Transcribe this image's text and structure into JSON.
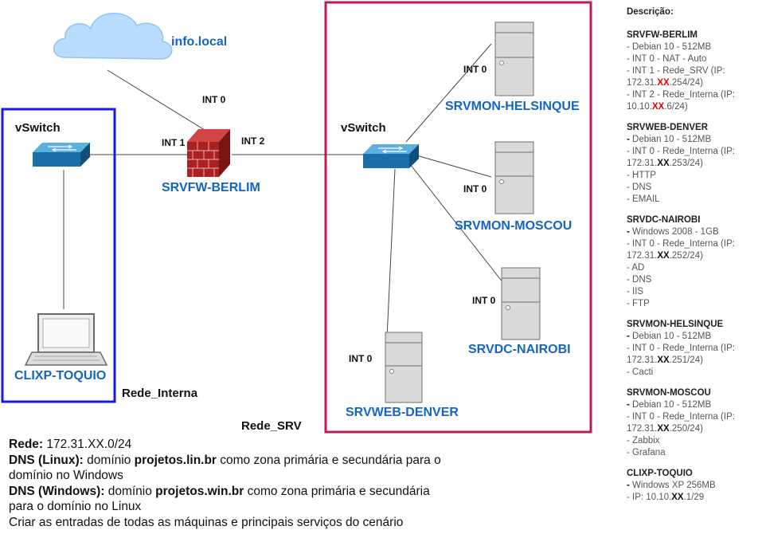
{
  "cloud": {
    "label": "info.local"
  },
  "groups": {
    "rede_interna": {
      "label": "Rede_Interna",
      "switch_label": "vSwitch",
      "border_color": "#1a1adb"
    },
    "rede_srv": {
      "label": "Rede_SRV",
      "switch_label": "vSwitch",
      "border_color": "#c2185b"
    }
  },
  "nodes": {
    "firewall": {
      "name": "SRVFW-BERLIM",
      "int0": "INT 0",
      "int1": "INT 1",
      "int2": "INT 2"
    },
    "helsinque": {
      "name": "SRVMON-HELSINQUE",
      "int": "INT 0"
    },
    "moscou": {
      "name": "SRVMON-MOSCOU",
      "int": "INT 0"
    },
    "nairobi": {
      "name": "SRVDC-NAIROBI",
      "int": "INT 0"
    },
    "denver": {
      "name": "SRVWEB-DENVER",
      "int": "INT 0"
    },
    "toquio": {
      "name": "CLIXP-TOQUIO"
    }
  },
  "description": {
    "title": "Descrição:",
    "hosts": [
      {
        "name": "SRVFW-BERLIM",
        "lines": [
          {
            "prefix": "- ",
            "text": "Debian 10 - 512MB"
          },
          {
            "prefix": "- ",
            "text": "INT 0 - NAT - Auto"
          },
          {
            "prefix": "- ",
            "text": "INT 1 - Rede_SRV (IP: 172.31.",
            "xx": "XX",
            "suffix": ".254/24)"
          },
          {
            "prefix": "- ",
            "text": "INT 2 - Rede_Interna (IP: 10.10.",
            "xx": "XX",
            "suffix": ".6/24)"
          }
        ]
      },
      {
        "name": "SRVWEB-DENVER",
        "lines": [
          {
            "prefix": "- ",
            "text": "Debian 10 - 512MB"
          },
          {
            "prefix": "- ",
            "text": "INT 0 - Rede_Interna (IP: 172.31.",
            "xx": "XX",
            "suffix": ".253/24)"
          },
          {
            "prefix": "- ",
            "text": "HTTP"
          },
          {
            "prefix": "- ",
            "text": "DNS"
          },
          {
            "prefix": "- ",
            "text": "EMAIL"
          }
        ]
      },
      {
        "name": "SRVDC-NAIROBI",
        "lines": [
          {
            "prefix": "- ",
            "text": "Windows 2008 - 1GB"
          },
          {
            "prefix": "- ",
            "text": "INT 0 - Rede_Interna (IP: 172.31.",
            "xx": "XX",
            "suffix": ".252/24)"
          },
          {
            "prefix": "- ",
            "text": "AD"
          },
          {
            "prefix": "- ",
            "text": "DNS"
          },
          {
            "prefix": "- ",
            "text": "IIS"
          },
          {
            "prefix": "- ",
            "text": "FTP"
          }
        ]
      },
      {
        "name": "SRVMON-HELSINQUE",
        "lines": [
          {
            "prefix": "- ",
            "text": "Debian 10 - 512MB"
          },
          {
            "prefix": "- ",
            "text": "INT 0 - Rede_Interna (IP: 172.31.",
            "xx": "XX",
            "suffix": ".251/24)"
          },
          {
            "prefix": "- ",
            "text": "Cacti"
          }
        ]
      },
      {
        "name": "SRVMON-MOSCOU",
        "lines": [
          {
            "prefix": "- ",
            "text": "Debian 10 - 512MB"
          },
          {
            "prefix": "- ",
            "text": "INT 0 - Rede_Interna (IP: 172.31.",
            "xx": "XX",
            "suffix": ".250/24)"
          },
          {
            "prefix": "- ",
            "text": "Zabbix"
          },
          {
            "prefix": "- ",
            "text": "Grafana"
          }
        ]
      },
      {
        "name": "CLIXP-TOQUIO",
        "lines": [
          {
            "prefix": "- ",
            "text": "Windows XP 256MB"
          },
          {
            "prefix": "- ",
            "text": "IP: 10.10.",
            "xx": "XX",
            "suffix": ".1/29"
          }
        ]
      }
    ]
  },
  "notes": {
    "rede": {
      "label": "Rede:",
      "value": " 172.31.XX.0/24"
    },
    "dns_linux": {
      "label": "DNS (Linux):",
      "pre": " domínio ",
      "domain": "projetos.lin.br",
      "post": " como zona primária e secundária para o domínio no Windows"
    },
    "dns_windows": {
      "label": "DNS (Windows):",
      "pre": " domínio ",
      "domain": "projetos.win.br",
      "post": " como zona primária e secundária para o domínio no Linux"
    },
    "entries": "Criar as entradas de todas as máquinas e principais serviços do cenário"
  },
  "colors": {
    "link": "#1565c0",
    "interna": "#1a1adb",
    "srv": "#c2185b",
    "xx": "#e00000"
  },
  "icons": [
    "cloud-icon",
    "switch-icon",
    "firewall-icon",
    "server-icon",
    "laptop-icon"
  ]
}
